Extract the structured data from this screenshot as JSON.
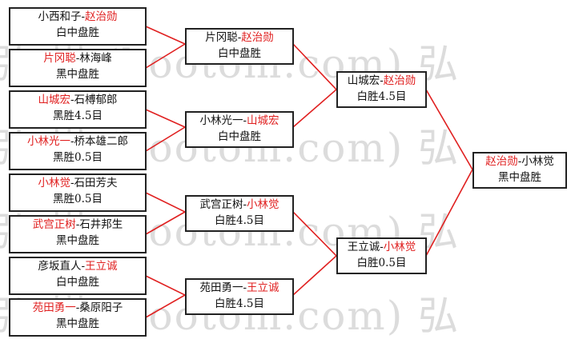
{
  "watermark": {
    "lines": [
      "弘 棋 (hootom.com) 弘",
      "弘 棋 (hootom.com) 弘",
      "弘 棋 (hootom.com) 弘",
      "弘 棋 (hootom.com) 弘"
    ]
  },
  "colors": {
    "winner": "#e02020",
    "line": "#e02020",
    "border": "#222222"
  },
  "round1": [
    {
      "a": "小西和子",
      "b": "赵治勋",
      "winner": "b",
      "result": "白中盘胜"
    },
    {
      "a": "片冈聪",
      "b": "林海峰",
      "winner": "a",
      "result": "黑中盘胜"
    },
    {
      "a": "山城宏",
      "b": "石榑郁郎",
      "winner": "a",
      "result": "黑胜4.5目"
    },
    {
      "a": "小林光一",
      "b": "桥本雄二郎",
      "winner": "a",
      "result": "黑胜0.5目"
    },
    {
      "a": "小林觉",
      "b": "石田芳夫",
      "winner": "a",
      "result": "黑胜0.5目"
    },
    {
      "a": "武宫正树",
      "b": "石井邦生",
      "winner": "a",
      "result": "黑中盘胜"
    },
    {
      "a": "彦坂直人",
      "b": "王立诚",
      "winner": "b",
      "result": "白中盘胜"
    },
    {
      "a": "苑田勇一",
      "b": "桑原阳子",
      "winner": "a",
      "result": "黑中盘胜"
    }
  ],
  "round2": [
    {
      "a": "片冈聪",
      "b": "赵治勋",
      "winner": "b",
      "result": "白中盘胜"
    },
    {
      "a": "小林光一",
      "b": "山城宏",
      "winner": "b",
      "result": "白中盘胜"
    },
    {
      "a": "武宫正树",
      "b": "小林觉",
      "winner": "b",
      "result": "白胜4.5目"
    },
    {
      "a": "苑田勇一",
      "b": "王立诚",
      "winner": "b",
      "result": "白胜4.5目"
    }
  ],
  "round3": [
    {
      "a": "山城宏",
      "b": "赵治勋",
      "winner": "b",
      "result": "白胜4.5目"
    },
    {
      "a": "王立诚",
      "b": "小林觉",
      "winner": "b",
      "result": "白胜0.5目"
    }
  ],
  "final": [
    {
      "a": "赵治勋",
      "b": "小林觉",
      "winner": "a",
      "result": "黑中盘胜"
    }
  ]
}
